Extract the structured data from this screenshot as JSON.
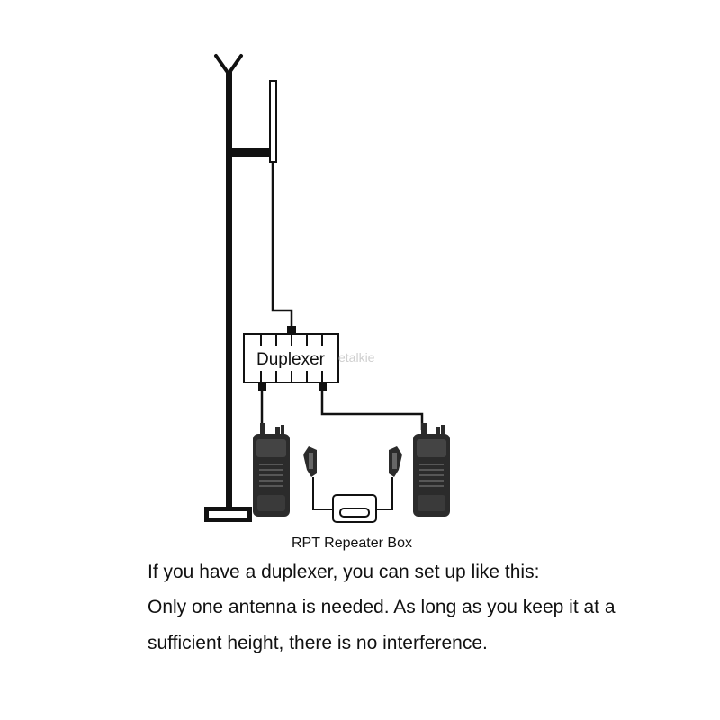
{
  "diagram": {
    "duplexer_label": "Duplexer",
    "repeater_box_label": "RPT Repeater Box",
    "watermark": "etalkie"
  },
  "caption": {
    "line_1": "If you have a duplexer, you can set up like this:",
    "line_2": "Only one antenna is needed. As long as you keep it at a",
    "line_3": "sufficient height, there is no interference."
  },
  "colors": {
    "line": "#111111",
    "radio_body": "#2b2b2b",
    "background": "#ffffff"
  }
}
